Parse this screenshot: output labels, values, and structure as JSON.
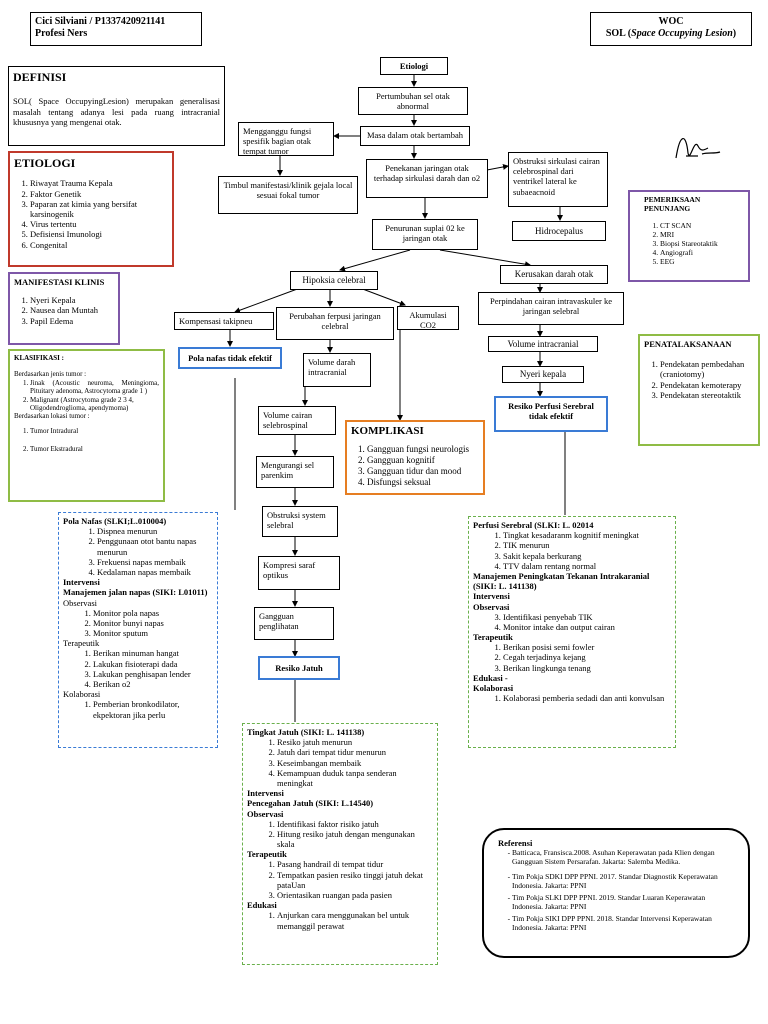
{
  "header": {
    "name": "Cici Silviani / P1337420921141",
    "program": "Profesi Ners",
    "woc": "WOC",
    "sol_prefix": "SOL (",
    "sol_italic": "Space Occupying Lesion",
    "sol_suffix": ")"
  },
  "definisi": {
    "title": "DEFINISI",
    "text": "SOL( Space OccupyingLesion) merupakan generalisasi masalah tentang adanya lesi pada ruang intracranial khususnya yang  mengenai otak."
  },
  "etiologi_side": {
    "title": "ETIOLOGI",
    "items": [
      "Riwayat Trauma Kepala",
      "Faktor Genetik",
      "Paparan zat kimia yang bersifat karsinogenik",
      "Virus tertentu",
      "Defisiensi Imunologi",
      "Congenital"
    ]
  },
  "manifestasi": {
    "title": "MANIFESTASI KLINIS",
    "items": [
      "Nyeri Kepala",
      "Nausea dan Muntah",
      "Papil Edema"
    ]
  },
  "klasifikasi": {
    "title": "KLASIFIKASI :",
    "jenis_label": "Berdasarkan jenis tumor :",
    "jenis_items": [
      "Jinak (Acoustic neuroma, Meningioma, Pituitary adenoma, Astrocytoma grade 1 )",
      "Malignant (Astrocytoma grade 2 3 4, Oligodendroglioma, apendymoma)"
    ],
    "lokasi_label": "Berdasarkan lokasi tumor :",
    "lokasi_items": [
      "Tumor Intradural",
      "Tumor Ekstradural"
    ]
  },
  "flow": {
    "etiologi": "Etiologi",
    "pertumbuhan": "Pertumbuhan sel otak abnormal",
    "masa": "Masa dalam otak bertambah",
    "mengganggu": "Mengganggu fungsi spesifik bagian otak tempat tumor",
    "timbul": "Timbul manifestasi/klinik gejala local sesuai fokal tumor",
    "penekanan": "Penekanan jaringan otak terhadap sirkulasi darah dan o2",
    "obstruksi_sirk": "Obstruksi sirkulasi cairan celebrospinal dari ventrikel lateral ke subaeacnoid",
    "hidrocepalus": "Hidrocepalus",
    "penurunan": "Penurunan suplai 02 ke jaringan otak",
    "hipoksia": "Hipoksia celebral",
    "kerusakan": "Kerusakan darah otak",
    "kompensasi": "Kompensasi takipneu",
    "perubahan": "Perubahan ferpusi jaringan celebral",
    "akumulasi": "Akumulasi CO2",
    "perpindahan": "Perpindahan cairan intravaskuler ke jaringan selebral",
    "pola_nafas": "Pola nafas tidak efektif",
    "volume_darah": "Volume darah intracranial",
    "volume_intra": "Volume intracranial",
    "nyeri": "Nyeri kepala",
    "resiko_perfusi": "Resiko Perfusi Serebral tidak efektif",
    "volume_cairan": "Volume cairan selebrospinal",
    "mengurangi": "Mengurangi sel parenkim",
    "obstruksi_sys": "Obstruksi system selebral",
    "kompresi": "Kompresi saraf optikus",
    "gangguan": "Gangguan penglihatan",
    "resiko_jatuh": "Resiko Jatuh"
  },
  "komplikasi": {
    "title": "KOMPLIKASI",
    "items": [
      "Gangguan fungsi neurologis",
      "Gangguan kognitif",
      "Gangguan tidur dan mood",
      "Disfungsi seksual"
    ]
  },
  "pemeriksaan": {
    "title": "PEMERIKSAAN PENUNJANG",
    "items": [
      "CT SCAN",
      "MRI",
      "Biopsi Stareotaktik",
      "Angiografi",
      "EEG"
    ]
  },
  "penatalaksanaan": {
    "title": "PENATALAKSANAAN",
    "items": [
      "Pendekatan pembedahan (craniotomy)",
      "Pendekatan kemoterapy",
      "Pendekatan stereotaktik"
    ]
  },
  "pola_box": {
    "title": "Pola Nafas (SLKI;L.010004)",
    "outcomes": [
      "Dispnea menurun",
      "Penggunaan otot bantu napas menurun",
      "Frekuensi napas membaik",
      "Kedalaman napas membaik"
    ],
    "intervensi": "Intervensi",
    "manajemen": "Manajemen jalan napas (SIKI: L01011)",
    "observasi": "Observasi",
    "obs_items": [
      "Monitor pola napas",
      "Monitor  bunyi napas",
      "Monitor sputum"
    ],
    "terapeutik": "Terapeutik",
    "ter_items": [
      "Berikan minuman hangat",
      "Lakukan fisioterapi dada",
      "Lakukan penghisapan lender",
      "Berikan o2"
    ],
    "kolaborasi": "Kolaborasi",
    "kol_items": [
      "Pemberian bronkodilator, ekpektoran jika perlu"
    ]
  },
  "jatuh_box": {
    "title": "Tingkat Jatuh (SIKI: L. 141138)",
    "outcomes": [
      "Resiko jatuh menurun",
      "Jatuh dari tempat tidur menurun",
      "Keseimbangan membaik",
      "Kemampuan duduk tanpa senderan meningkat"
    ],
    "intervensi": "Intervensi",
    "pencegahan": "Pencegahan Jatuh (SIKI: L.14540)",
    "observasi": "Observasi",
    "obs_items": [
      "Identifikasi faktor risiko jatuh",
      "Hitung resiko jatuh dengan mengunakan skala"
    ],
    "terapeutik": "Terapeutik",
    "ter_items": [
      "Pasang handrail di tempat tidur",
      "Tempatkan pasien resiko tinggi jatuh dekat pataUan",
      "Orientasikan ruangan pada pasien"
    ],
    "edukasi": "Edukasi",
    "edu_items": [
      "Anjurkan cara menggunakan bel untuk memanggil perawat"
    ]
  },
  "perfusi_box": {
    "title": "Perfusi Serebral (SLKI: L. 02014",
    "outcomes": [
      "Tingkat kesadaranm kognitif meningkat",
      "TIK menurun",
      "Sakit kepala berkurang",
      "TTV dalam rentang normal"
    ],
    "manajemen": "Manajemen Peningkatan Tekanan Intrakaranial (SIKI: L. 141138)",
    "intervensi": "Intervensi",
    "observasi": "Observasi",
    "obs_items": [
      "Identifikasi penyebab TIK",
      "Monitor intake dan output cairan"
    ],
    "terapeutik": "Terapeutik",
    "ter_items": [
      "Berikan posisi semi fowler",
      "Cegah terjadinya kejang",
      "Berikan lingkunga tenang"
    ],
    "edukasi": "Edukasi -",
    "kolaborasi": "Kolaborasi",
    "kol_items": [
      "Kolaborasi pemberia sedadi dan anti konvulsan"
    ]
  },
  "referensi": {
    "title": "Referensi",
    "items": [
      "Batticaca, Fransisca.2008. Asuhan Keperawatan pada Klien dengan Gangguan Sistem Persarafan. Jakarta: Salemba Medika.",
      "Tim Pokja SDKI DPP PPNI. 2017. Standar Diagnostik Keperawatan Indonesia. Jakarta: PPNI",
      "Tim Pokja SLKI DPP PPNI. 2019. Standar Luaran Keperawatan Indonesia. Jakarta: PPNI",
      "Tim Pokja SIKI DPP PPNI. 2018. Standar Intervensi Keperawatan Indonesia. Jakarta: PPNI"
    ]
  }
}
